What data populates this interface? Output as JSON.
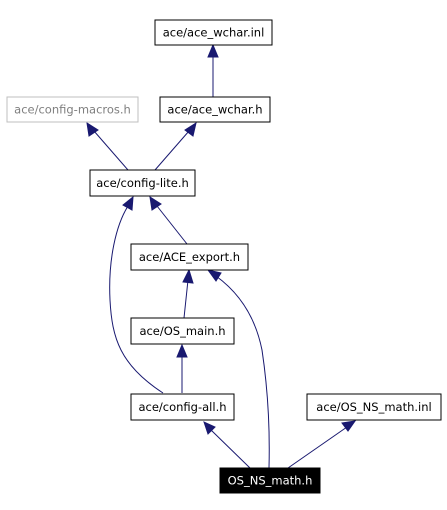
{
  "diagram": {
    "nodes": {
      "ace_wchar_inl": {
        "label": "ace/ace_wchar.inl"
      },
      "config_macros": {
        "label": "ace/config-macros.h"
      },
      "ace_wchar_h": {
        "label": "ace/ace_wchar.h"
      },
      "config_lite": {
        "label": "ace/config-lite.h"
      },
      "ace_export": {
        "label": "ace/ACE_export.h"
      },
      "os_main": {
        "label": "ace/OS_main.h"
      },
      "config_all": {
        "label": "ace/config-all.h"
      },
      "os_ns_math_inl": {
        "label": "ace/OS_NS_math.inl"
      },
      "os_ns_math_h": {
        "label": "OS_NS_math.h"
      }
    },
    "colors": {
      "edge": "#191970",
      "node_border": "#000000",
      "muted_border": "#bfbfbf",
      "current_fill": "#000000",
      "current_text": "#ffffff"
    }
  }
}
